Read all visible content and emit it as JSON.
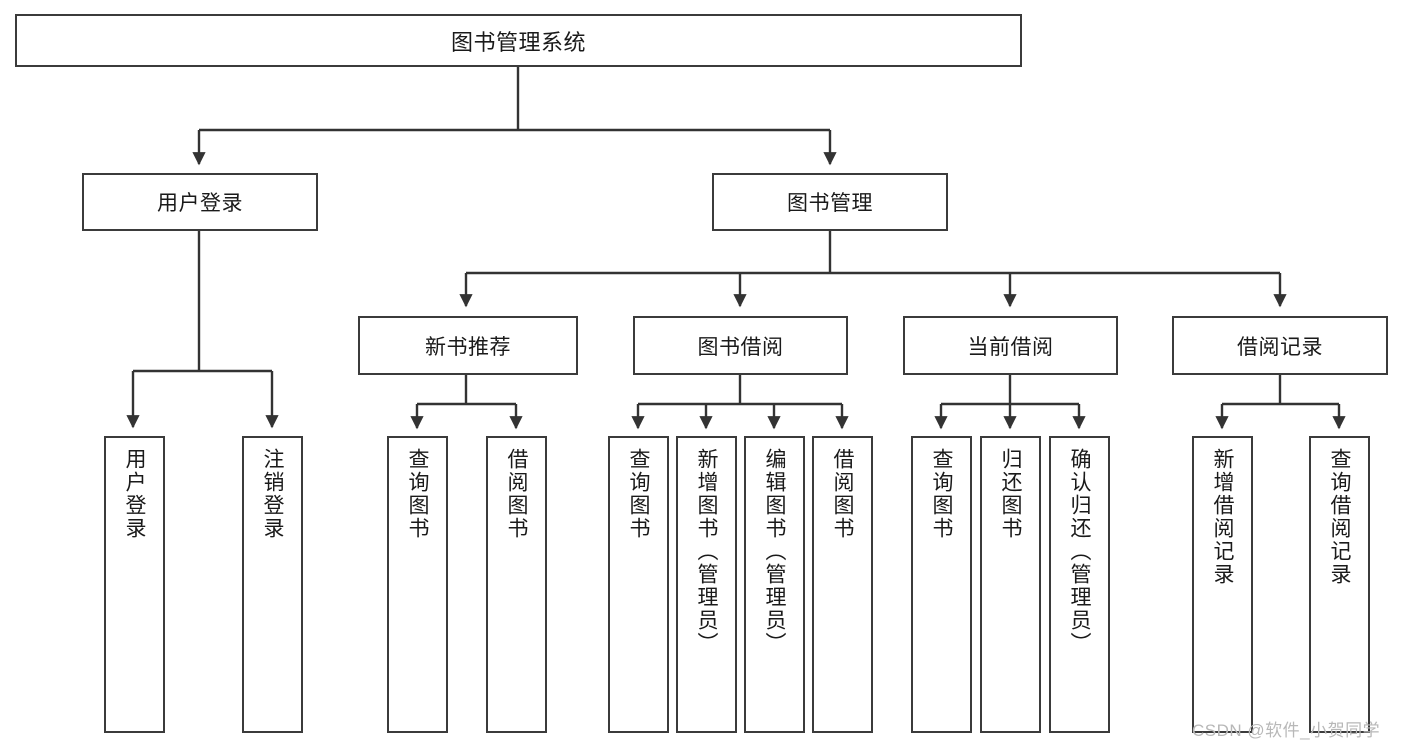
{
  "diagram": {
    "title": "图书管理系统",
    "type": "hierarchy-tree",
    "colors": {
      "box_border": "#3b3b3b",
      "box_fill": "#ffffff",
      "connector": "#333333",
      "text": "#1a1a1a",
      "watermark": "#b8b8b8"
    },
    "root": {
      "label": "图书管理系统"
    },
    "level2": [
      {
        "id": "user-login",
        "label": "用户登录"
      },
      {
        "id": "book-manage",
        "label": "图书管理"
      }
    ],
    "level3": [
      {
        "id": "new-book-rec",
        "label": "新书推荐"
      },
      {
        "id": "book-borrow",
        "label": "图书借阅"
      },
      {
        "id": "current-borrow",
        "label": "当前借阅"
      },
      {
        "id": "borrow-record",
        "label": "借阅记录"
      }
    ],
    "leaves": {
      "user_login": [
        {
          "id": "leaf-user-login",
          "label": "用户登录"
        },
        {
          "id": "leaf-logout-login",
          "label": "注销登录"
        }
      ],
      "new_book_rec": [
        {
          "id": "leaf-query-book-1",
          "label": "查询图书"
        },
        {
          "id": "leaf-borrow-book-1",
          "label": "借阅图书"
        }
      ],
      "book_borrow": [
        {
          "id": "leaf-query-book-2",
          "label": "查询图书"
        },
        {
          "id": "leaf-add-book",
          "label": "新增图书（管理员）"
        },
        {
          "id": "leaf-edit-book",
          "label": "编辑图书（管理员）"
        },
        {
          "id": "leaf-borrow-book-2",
          "label": "借阅图书"
        }
      ],
      "current_borrow": [
        {
          "id": "leaf-query-book-3",
          "label": "查询图书"
        },
        {
          "id": "leaf-return-book",
          "label": "归还图书"
        },
        {
          "id": "leaf-confirm-return",
          "label": "确认归还（管理员）"
        }
      ],
      "borrow_record": [
        {
          "id": "leaf-add-record",
          "label": "新增借阅记录"
        },
        {
          "id": "leaf-query-record",
          "label": "查询借阅记录"
        }
      ]
    },
    "watermark": "CSDN @软件_小贺同学"
  }
}
